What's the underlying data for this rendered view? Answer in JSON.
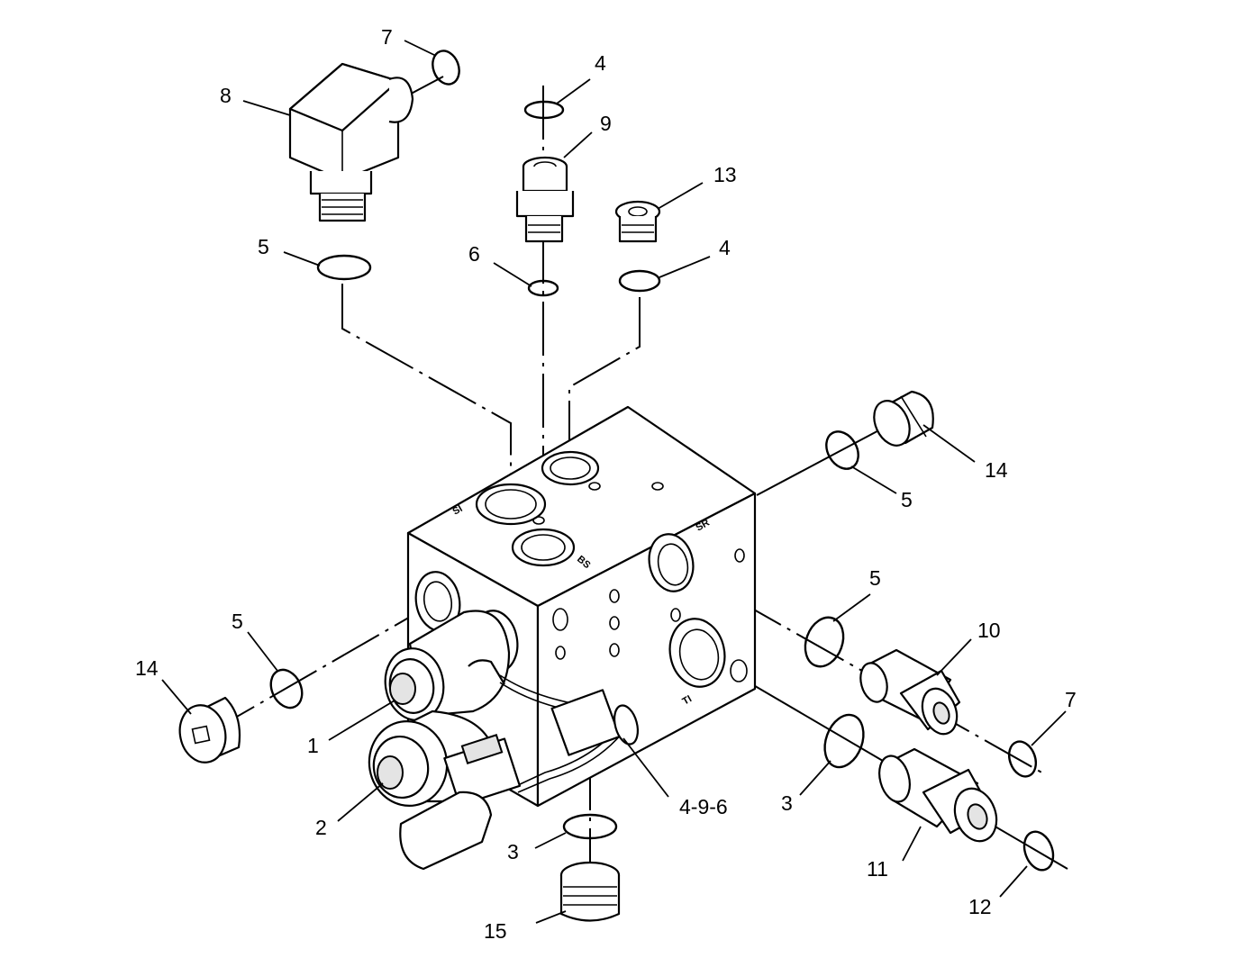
{
  "callouts": {
    "c7_top": "7",
    "c8": "8",
    "c4_top": "4",
    "c9": "9",
    "c13": "13",
    "c5_top": "5",
    "c6": "6",
    "c4_right": "4",
    "c14_right": "14",
    "c5_right": "5",
    "c5_mid": "5",
    "c10": "10",
    "c7_right": "7",
    "c5_left": "5",
    "c14_left": "14",
    "c1": "1",
    "c2": "2",
    "c4_9_6": "4-9-6",
    "c3_right": "3",
    "c11": "11",
    "c3_bottom": "3",
    "c12": "12",
    "c15": "15"
  },
  "port_markings": {
    "top_left": "SI",
    "top_front": "BS",
    "side_upper": "SR",
    "side_lower": "TI"
  }
}
